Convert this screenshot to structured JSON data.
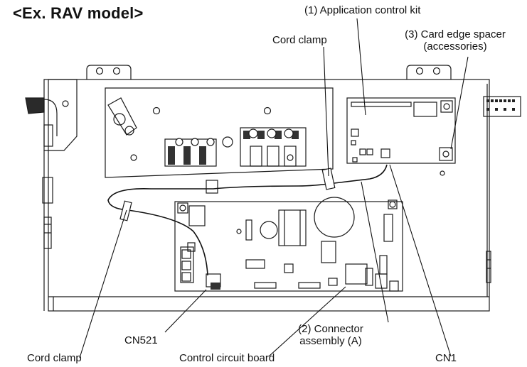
{
  "title": "<Ex. RAV model>",
  "labels": {
    "app_kit": "(1) Application control kit",
    "cord_clamp_top": "Cord clamp",
    "spacer_line1": "(3) Card edge spacer",
    "spacer_line2": "(accessories)",
    "cn521": "CN521",
    "connector_line1": "(2) Connector",
    "connector_line2": "assembly (A)",
    "cord_clamp_bottom": "Cord clamp",
    "control_board": "Control circuit board",
    "cn1": "CN1"
  }
}
